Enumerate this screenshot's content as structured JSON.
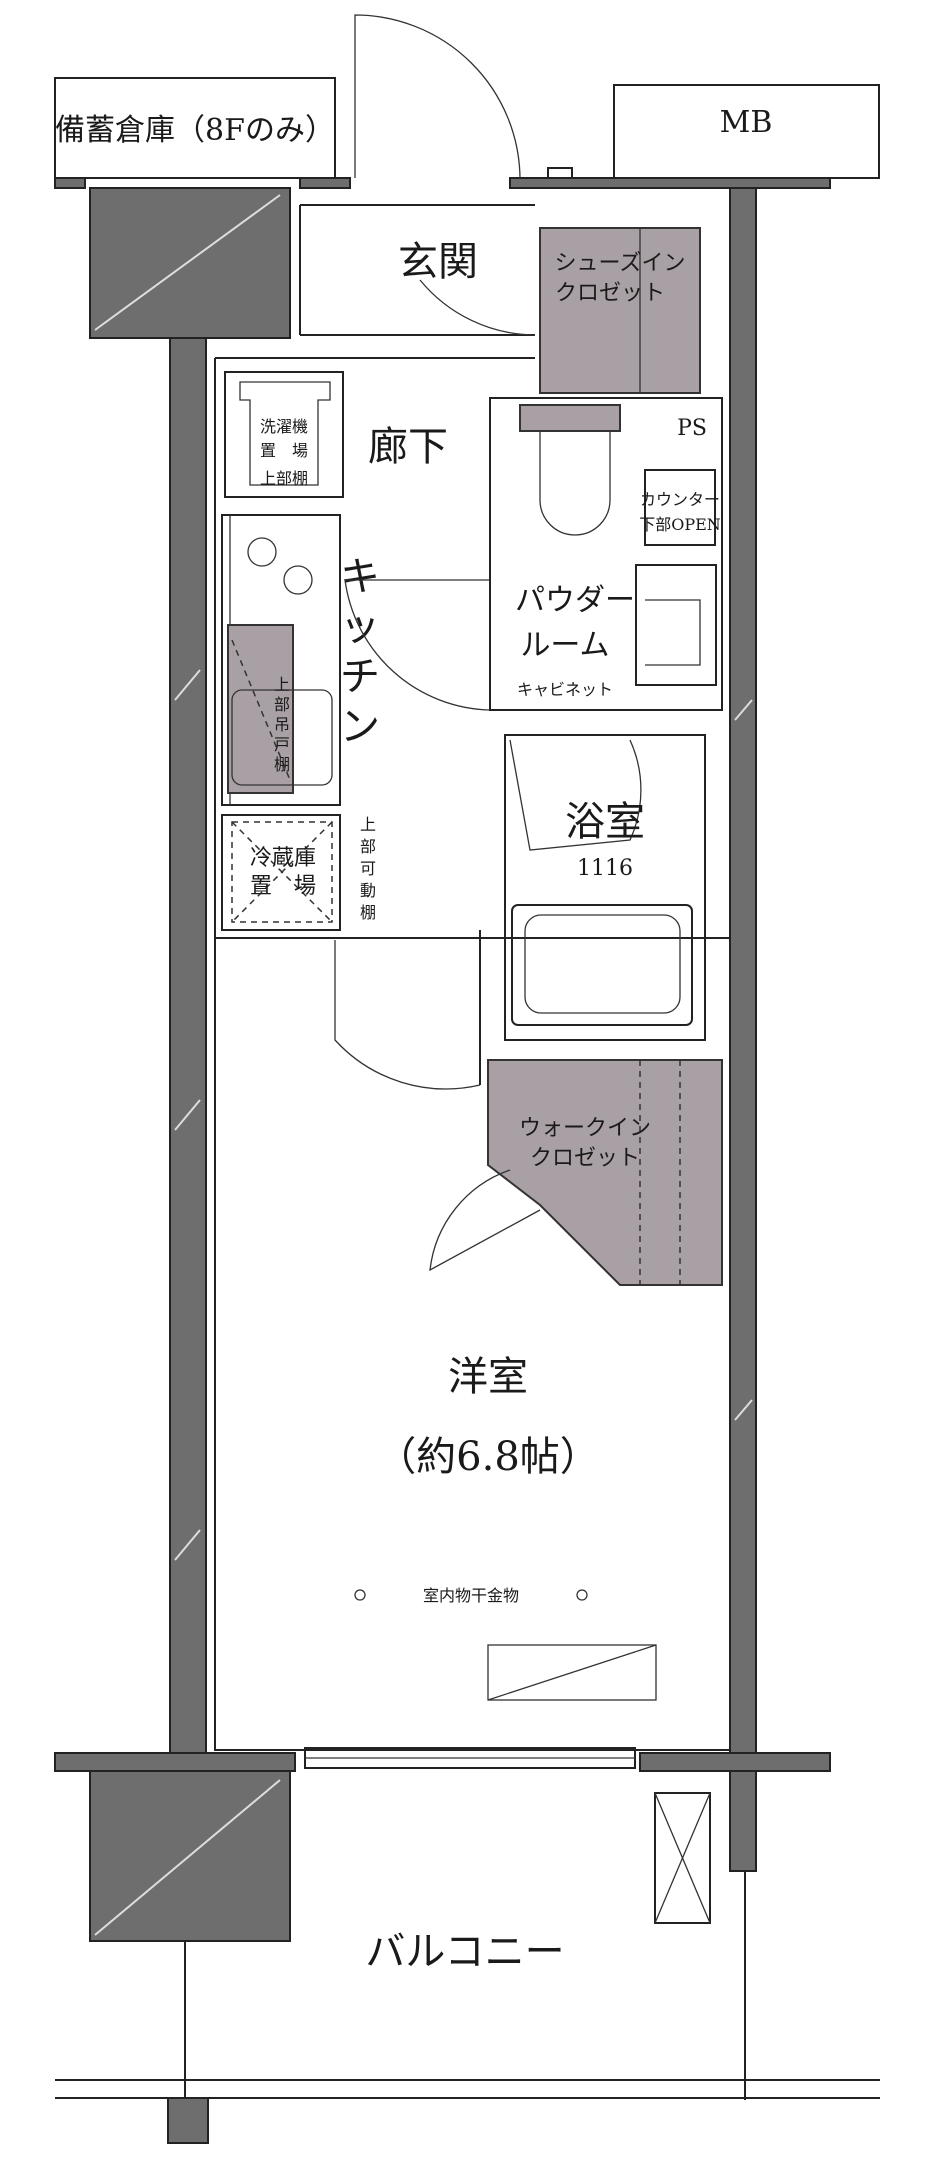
{
  "rooms": {
    "storage_8f": "備蓄倉庫（8Fのみ）",
    "mb": "MB",
    "entrance": "玄関",
    "shoe_closet_1": "シューズイン",
    "shoe_closet_2": "クロゼット",
    "hallway": "廊下",
    "ps": "PS",
    "washer_1": "洗濯機",
    "washer_2": "置　場",
    "washer_3": "上部棚",
    "kitchen_1": "キ",
    "kitchen_2": "ッ",
    "kitchen_3": "チ",
    "kitchen_4": "ン",
    "counter_1": "カウンター",
    "counter_2": "下部OPEN",
    "powder_1": "パウダー",
    "powder_2": "ルーム",
    "cabinet": "キャビネット",
    "hanging_1": "上",
    "hanging_2": "部",
    "hanging_3": "吊",
    "hanging_4": "戸",
    "hanging_5": "棚",
    "fridge_1": "冷蔵庫",
    "fridge_2": "置　場",
    "movable_1": "上",
    "movable_2": "部",
    "movable_3": "可",
    "movable_4": "動",
    "movable_5": "棚",
    "bath": "浴室",
    "bath_size": "1116",
    "walkin_1": "ウォークイン",
    "walkin_2": "クロゼット",
    "western": "洋室",
    "western_size": "（約6.8帖）",
    "hanger": "室内物干金物",
    "balcony": "バルコニー"
  },
  "colors": {
    "wall": "#6e6e6e",
    "storage": "#a8a0a4",
    "line": "#222222"
  }
}
